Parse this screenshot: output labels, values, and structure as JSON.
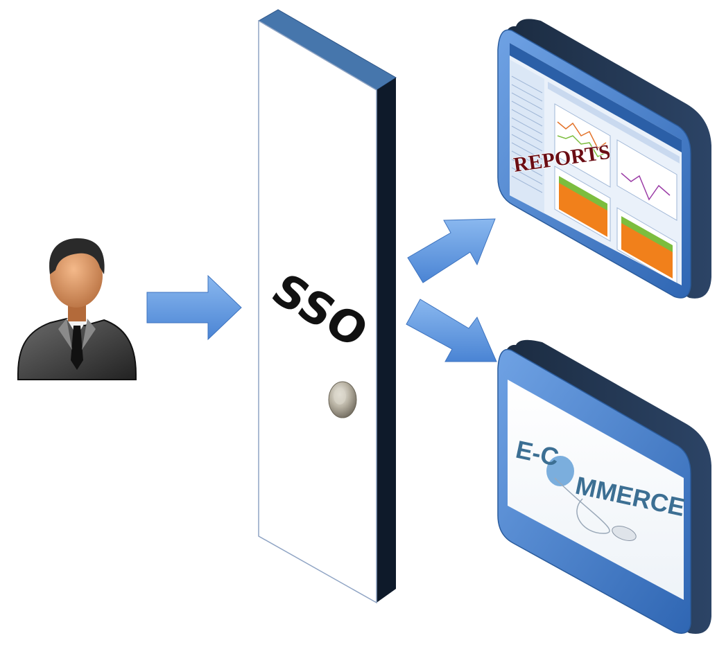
{
  "door": {
    "label": "SSO"
  },
  "panels": {
    "reports": {
      "overlay_label": "REPORTS"
    },
    "ecommerce": {
      "logo_prefix": "E-C",
      "logo_suffix": "MMERCE"
    }
  },
  "icons": {
    "user": "user-icon",
    "door_knob": "door-knob-icon",
    "mouse": "mouse-icon",
    "arrows": [
      "arrow-right-icon",
      "arrow-up-right-icon",
      "arrow-down-right-icon"
    ]
  },
  "colors": {
    "door_face": "#ffffff",
    "door_side": "#0e1a2a",
    "door_top": "#4676ac",
    "arrow_fill": "#5a93dc",
    "panel_frame": "#3a72bd",
    "panel_frame_dark": "#1c2e44",
    "reports_text": "#6b0d14",
    "ecommerce_text": "#3c6f93",
    "chart_orange": "#f1801b",
    "chart_green": "#7cbd3e"
  }
}
